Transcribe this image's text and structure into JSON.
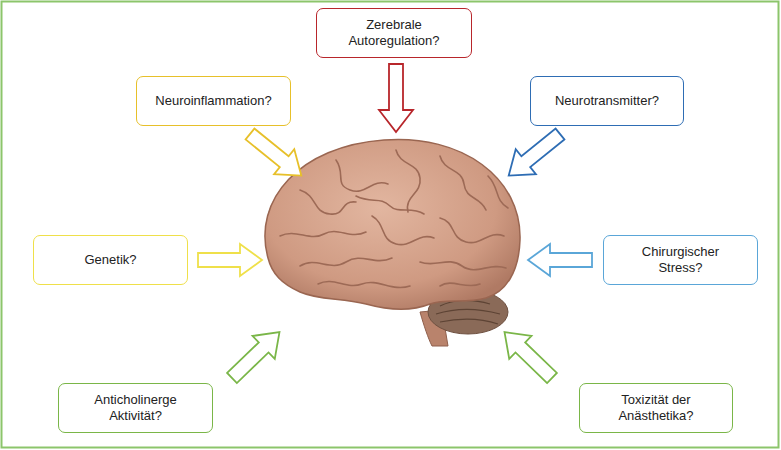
{
  "diagram": {
    "nodes": [
      {
        "text": [
          "Zerebrale Autoregulation?"
        ]
      },
      {
        "text": [
          "Neuroinflammation?"
        ]
      },
      {
        "text": [
          "Neurotransmitter?"
        ]
      },
      {
        "text": [
          "Genetik?"
        ]
      },
      {
        "text": [
          "Chirurgischer Stress?"
        ]
      },
      {
        "text": [
          "Anticholinerge Aktivität?"
        ]
      },
      {
        "text": [
          "Toxizität der Anästhetika?"
        ]
      }
    ]
  }
}
